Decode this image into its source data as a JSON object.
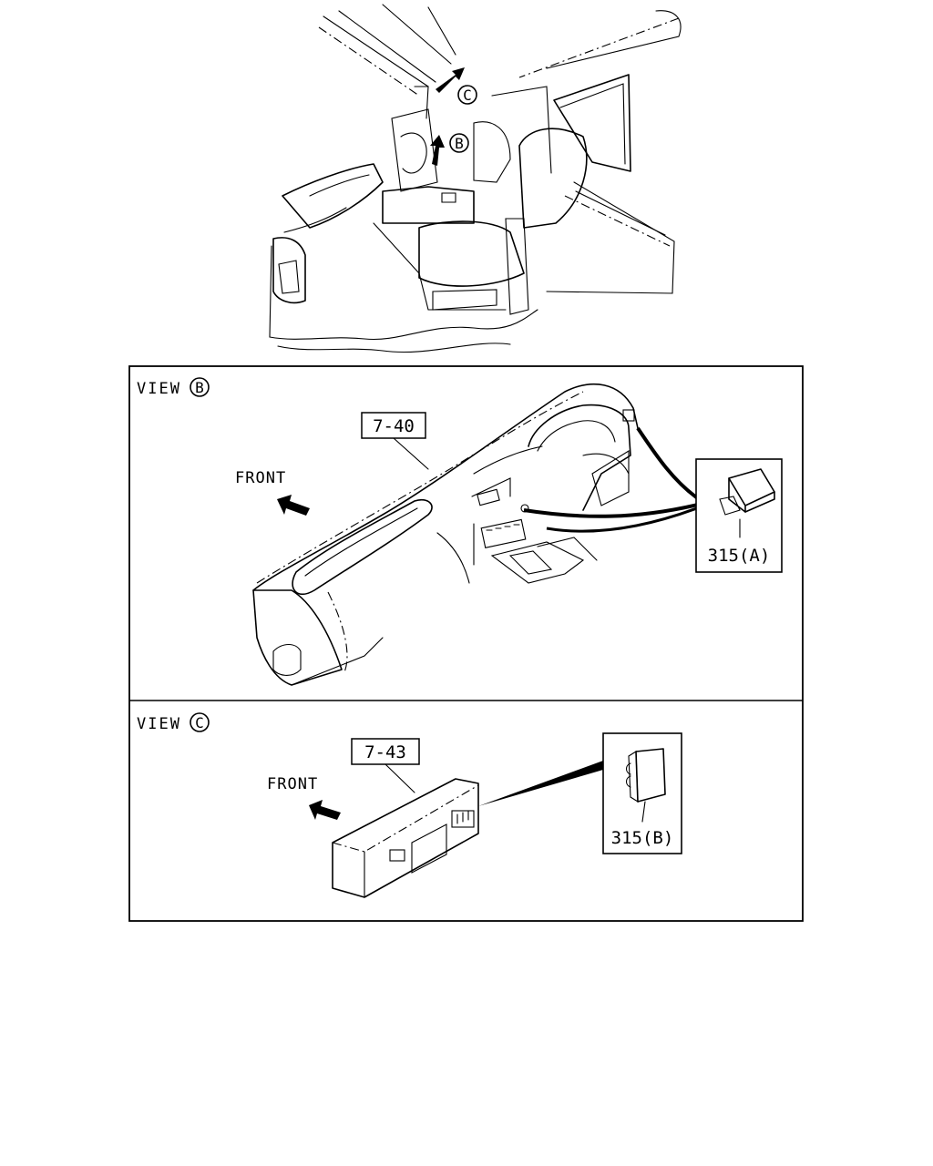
{
  "overview": {
    "marker_b": "B",
    "marker_c": "C"
  },
  "view_b": {
    "title": "VIEW",
    "marker": "B",
    "part_ref": "7-40",
    "front_label": "FRONT",
    "callout_label": "315(A)"
  },
  "view_c": {
    "title": "VIEW",
    "marker": "C",
    "part_ref": "7-43",
    "front_label": "FRONT",
    "callout_label": "315(B)"
  },
  "colors": {
    "line": "#000000",
    "background": "#ffffff"
  }
}
